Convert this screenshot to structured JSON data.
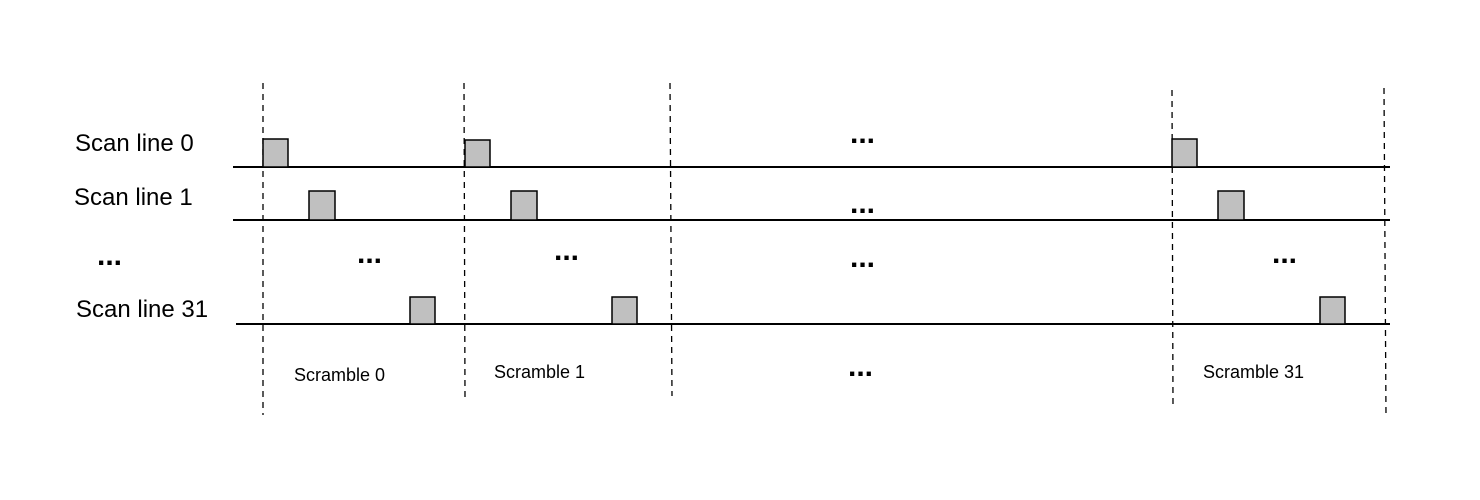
{
  "row_labels": {
    "scan_line_0": "Scan line 0",
    "scan_line_1": "Scan line 1",
    "scan_line_31": "Scan line 31"
  },
  "scramble_labels": {
    "scramble_0": "Scramble 0",
    "scramble_1": "Scramble 1",
    "scramble_31": "Scramble 31"
  },
  "ellipsis": "..."
}
